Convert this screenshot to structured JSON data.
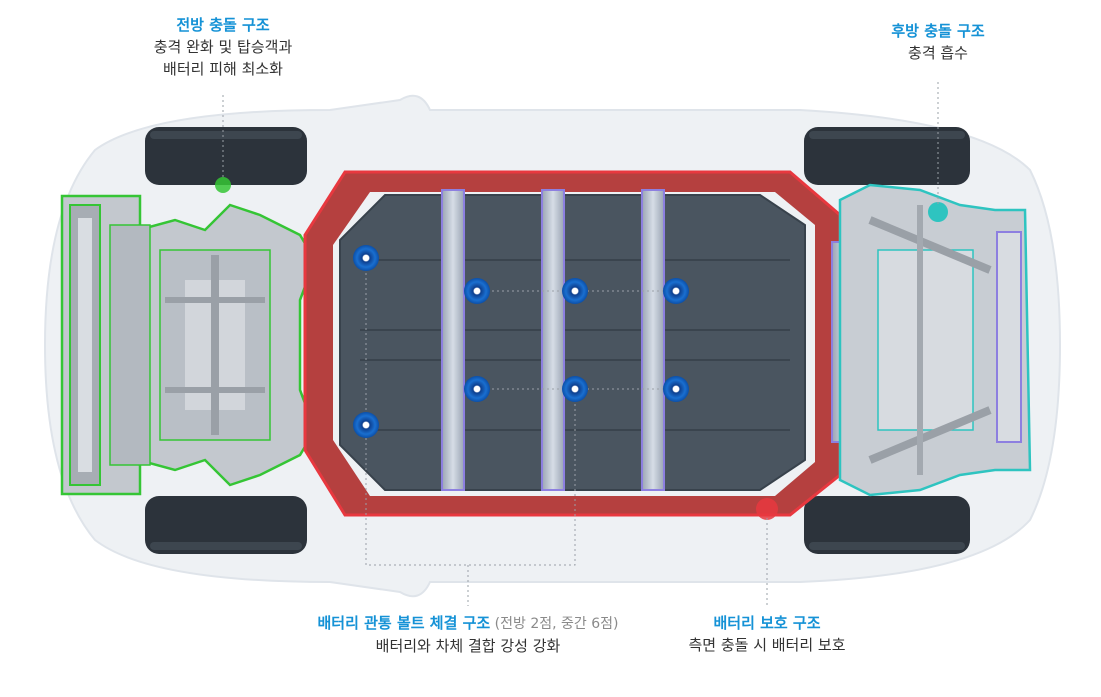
{
  "colors": {
    "title": "#1592d6",
    "front_zone": "#35c535",
    "rear_zone": "#2ec4c0",
    "protection_zone": "#e8383f",
    "bolt": "#1a6fd0",
    "cross_member": "#8d7fe0",
    "battery": "#4a5560",
    "frame": "#a8adb3"
  },
  "labels": {
    "front": {
      "title": "전방 충돌 구조",
      "desc": [
        "충격 완화 및 탑승객과",
        "배터리 피해 최소화"
      ]
    },
    "rear": {
      "title": "후방 충돌 구조",
      "desc": [
        "충격 흡수"
      ]
    },
    "bolt": {
      "title": "배터리 관통 볼트 체결 구조",
      "title_sub": " (전방 2점, 중간 6점)",
      "desc": [
        "배터리와 차체 결합 강성 강화"
      ]
    },
    "protect": {
      "title": "배터리 보호 구조",
      "desc": [
        "측면 충돌 시 배터리 보호"
      ]
    }
  },
  "icons": {
    "bolt": "bolt-marker-icon",
    "callout": "callout-dot-icon",
    "wheel": "wheel-icon"
  }
}
